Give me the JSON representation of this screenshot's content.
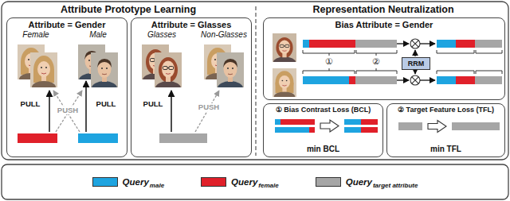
{
  "diagram": {
    "nodes": [
      {
        "text": [
          "Attribute Prototype Learning"
        ]
      },
      {
        "text": [
          "Attribute = Gender"
        ],
        "in": 0
      },
      {
        "text": [
          "Attribute = Glasses"
        ],
        "in": 0
      },
      {
        "text": [
          "Representation Neutralization"
        ]
      },
      {
        "text": [
          "Bias Attribute = Gender"
        ],
        "in": 3
      },
      {
        "text": [
          "RRM"
        ],
        "in": 4
      },
      {
        "text": [
          "① Bias Contrast Loss (BCL)",
          "min BCL"
        ],
        "in": 3
      },
      {
        "text": [
          "② Target Feature Loss (TFL)",
          "min TFL"
        ],
        "in": 3
      }
    ],
    "labels": [
      "Female",
      "Male",
      "PULL",
      "PUSH",
      "PULL",
      "Glasses",
      "Non-Glasses",
      "PULL",
      "PUSH",
      "①",
      "②",
      "male",
      "female",
      "target attribute"
    ],
    "legend": [
      {
        "text": "Query",
        "color": "#1ea4e0"
      },
      {
        "text": "Query",
        "color": "#e0202a"
      },
      {
        "text": "Query",
        "color": "#a6a6a6"
      }
    ]
  }
}
